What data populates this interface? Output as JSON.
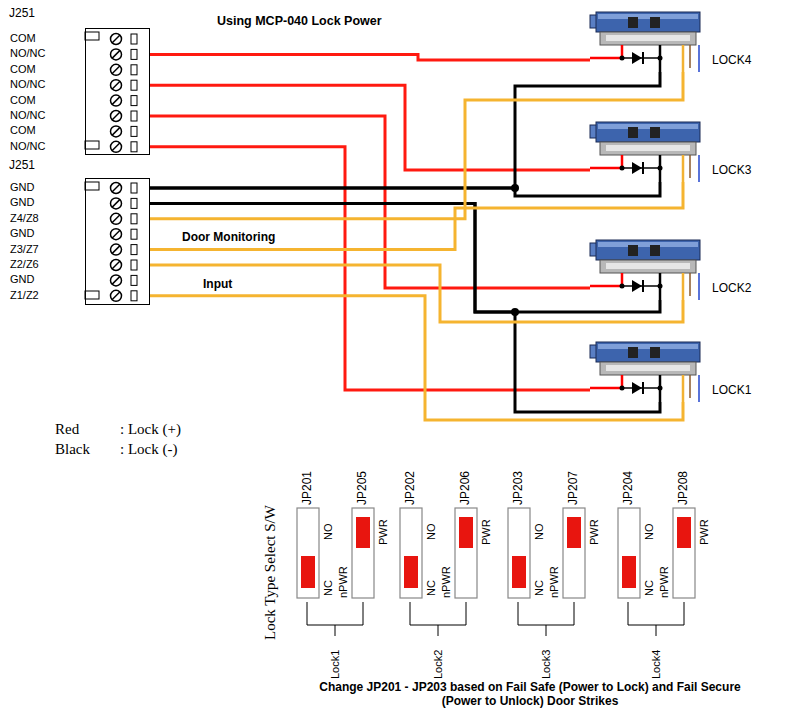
{
  "diagram": {
    "title": "Using MCP-040 Lock Power",
    "caption": "Change JP201 - JP203 based on Fail Safe (Power to Lock) and Fail Secure (Power to Unlock) Door Strikes",
    "nodes": [
      {
        "text": [
          "J251"
        ]
      },
      {
        "text": [
          "J251"
        ]
      },
      {
        "text": [
          "LOCK4"
        ]
      },
      {
        "text": [
          "LOCK3"
        ]
      },
      {
        "text": [
          "LOCK2"
        ]
      },
      {
        "text": [
          "LOCK1"
        ]
      }
    ],
    "edges": [
      {
        "from": 0,
        "to": 2,
        "arrow": "none"
      },
      {
        "from": 0,
        "to": 3,
        "arrow": "none"
      },
      {
        "from": 0,
        "to": 4,
        "arrow": "none"
      },
      {
        "from": 0,
        "to": 5,
        "arrow": "none"
      },
      {
        "from": 1,
        "to": 2,
        "arrow": "none"
      },
      {
        "from": 1,
        "to": 3,
        "arrow": "none"
      },
      {
        "from": 1,
        "to": 4,
        "arrow": "none"
      },
      {
        "from": 1,
        "to": 5,
        "arrow": "none"
      },
      {
        "from": 1,
        "to": 2,
        "arrow": "none"
      },
      {
        "from": 1,
        "to": 3,
        "arrow": "none"
      },
      {
        "from": 1,
        "to": 4,
        "arrow": "none"
      },
      {
        "from": 1,
        "to": 5,
        "arrow": "none"
      }
    ],
    "labels": [
      "COM",
      "NO/NC",
      "COM",
      "NO/NC",
      "COM",
      "NO/NC",
      "COM",
      "NO/NC",
      "GND",
      "GND",
      "Z4/Z8",
      "GND",
      "Z3/Z7",
      "Z2/Z6",
      "GND",
      "Z1/Z2",
      "Door Monitoring",
      "Input",
      "Red",
      ": Lock (+)",
      "Black",
      ": Lock (-)",
      "Lock Type Select S/W",
      "JP201",
      "NO",
      "NC",
      "JP205",
      "PWR",
      "nPWR",
      "JP202",
      "NO",
      "NC",
      "JP206",
      "PWR",
      "nPWR",
      "JP203",
      "NO",
      "NC",
      "JP207",
      "PWR",
      "nPWR",
      "JP204",
      "NO",
      "NC",
      "JP208",
      "PWR",
      "nPWR",
      "Lock1",
      "Lock2",
      "Lock3",
      "Lock4"
    ]
  }
}
